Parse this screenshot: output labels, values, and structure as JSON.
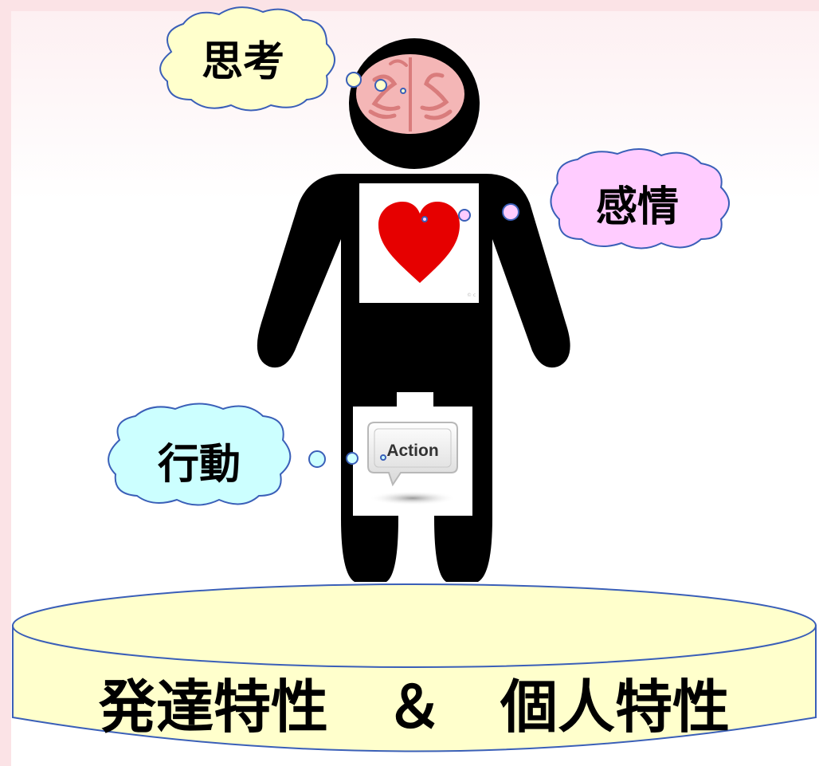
{
  "bubbles": {
    "thought": {
      "label": "思考",
      "fill": "#ffffcc"
    },
    "emotion": {
      "label": "感情",
      "fill": "#ffccff"
    },
    "behavior": {
      "label": "行動",
      "fill": "#ccffff"
    }
  },
  "base": {
    "label": "発達特性　＆　個人特性",
    "fill": "#ffffcc"
  },
  "action_icon": {
    "label": "Action"
  },
  "colors": {
    "figure": "#000000",
    "outline": "#3a5fb8",
    "heart": "#e60000",
    "brain": "#f2a8a8"
  }
}
